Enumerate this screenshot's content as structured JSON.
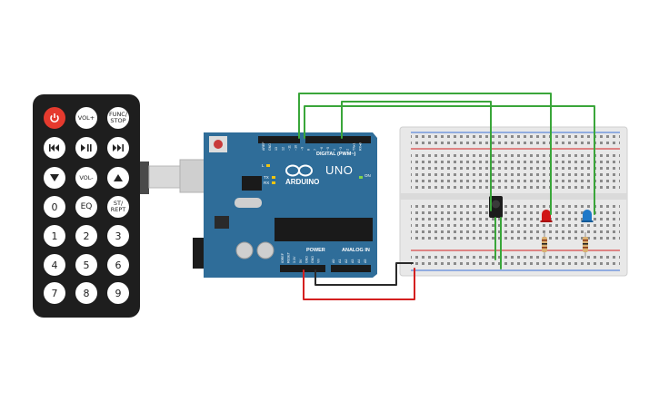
{
  "remote": {
    "buttons": [
      {
        "id": "power",
        "label": ""
      },
      {
        "id": "vol-up",
        "label": "VOL+"
      },
      {
        "id": "func-stop",
        "label": "FUNC/\nSTOP"
      },
      {
        "id": "prev",
        "label": ""
      },
      {
        "id": "play-pause",
        "label": ""
      },
      {
        "id": "next",
        "label": ""
      },
      {
        "id": "down",
        "label": ""
      },
      {
        "id": "vol-down",
        "label": "VOL-"
      },
      {
        "id": "up",
        "label": ""
      },
      {
        "id": "zero",
        "label": "0"
      },
      {
        "id": "eq",
        "label": "EQ"
      },
      {
        "id": "st-rept",
        "label": "ST/\nREPT"
      },
      {
        "id": "one",
        "label": "1"
      },
      {
        "id": "two",
        "label": "2"
      },
      {
        "id": "three",
        "label": "3"
      },
      {
        "id": "four",
        "label": "4"
      },
      {
        "id": "five",
        "label": "5"
      },
      {
        "id": "six",
        "label": "6"
      },
      {
        "id": "seven",
        "label": "7"
      },
      {
        "id": "eight",
        "label": "8"
      },
      {
        "id": "nine",
        "label": "9"
      }
    ]
  },
  "arduino": {
    "brand": "ARDUINO",
    "model": "UNO",
    "digital_label": "DIGITAL (PWM~)",
    "power_label": "POWER",
    "analog_label": "ANALOG IN",
    "on_label": "ON",
    "tx_label": "TX",
    "rx_label": "RX",
    "l_label": "L",
    "top_pin_labels": [
      "AREF",
      "GND",
      "13",
      "12",
      "~11",
      "~10",
      "~9",
      "8",
      "7",
      "~6",
      "~5",
      "4",
      "~3",
      "2",
      "TX▸1",
      "RX◂0"
    ],
    "power_pin_labels": [
      "IOREF",
      "RESET",
      "3.3V",
      "5V",
      "GND",
      "GND",
      "Vin"
    ],
    "analog_pin_labels": [
      "A0",
      "A1",
      "A2",
      "A3",
      "A4",
      "A5"
    ]
  },
  "colors": {
    "remote_body": "#1e1e1e",
    "power_button": "#e53a2e",
    "board": "#2f6d99",
    "breadboard": "#e8e8e8",
    "wire_green": "#3aa63a",
    "wire_red": "#d42020",
    "wire_black": "#2a2a2a",
    "led_red": "#d01616",
    "led_blue": "#1e78c8"
  }
}
